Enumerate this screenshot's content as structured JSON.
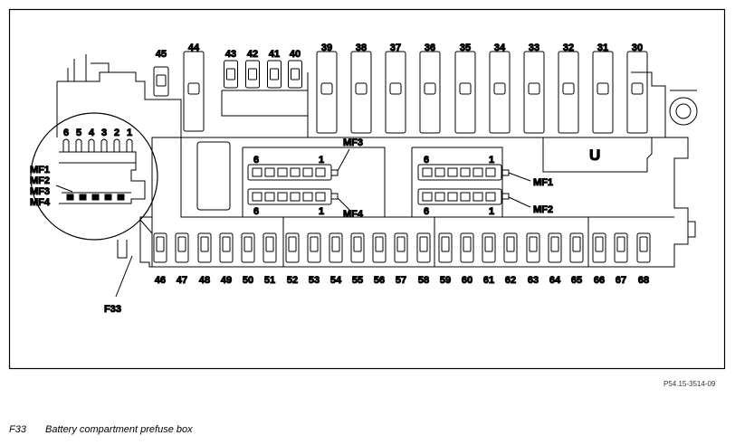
{
  "figure_ref": "P54.15-3514-09",
  "legend": {
    "code": "F33",
    "description": "Battery compartment prefuse box"
  },
  "labels": {
    "relay_u": "U",
    "f33": "F33",
    "mf1": "MF1",
    "mf2": "MF2",
    "mf3": "MF3",
    "mf4": "MF4",
    "pin_6": "6",
    "pin_1": "1"
  },
  "inset": {
    "pins": [
      "6",
      "5",
      "4",
      "3",
      "2",
      "1"
    ],
    "rows": [
      "MF1",
      "MF2",
      "MF3",
      "MF4"
    ]
  },
  "top_fuses": [
    "45",
    "44",
    "43",
    "42",
    "41",
    "40",
    "39",
    "38",
    "37",
    "36",
    "35",
    "34",
    "33",
    "32",
    "31",
    "30"
  ],
  "bottom_fuses": [
    "46",
    "47",
    "48",
    "49",
    "50",
    "51",
    "52",
    "53",
    "54",
    "55",
    "56",
    "57",
    "58",
    "59",
    "60",
    "61",
    "62",
    "63",
    "64",
    "65",
    "66",
    "67",
    "68"
  ]
}
